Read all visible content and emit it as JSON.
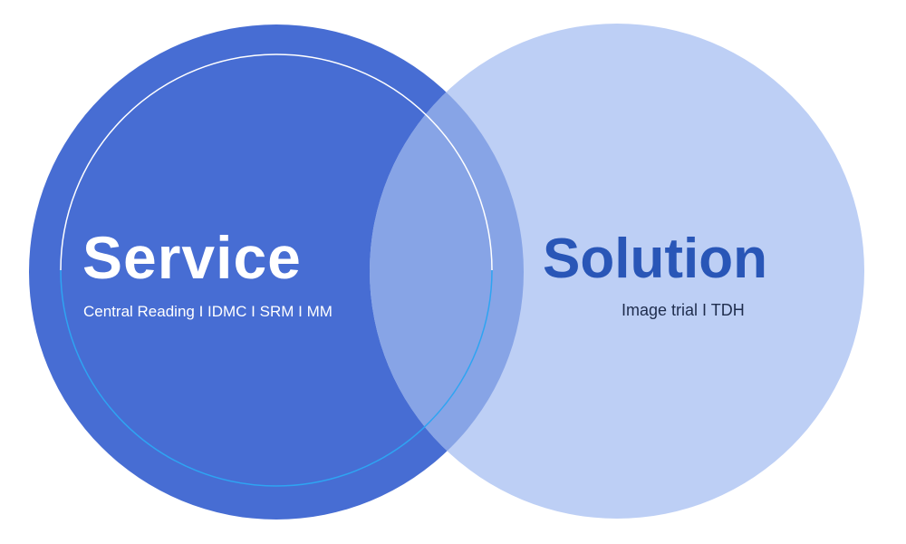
{
  "diagram": {
    "service": {
      "title": "Service",
      "subtitle": "Central Reading I IDMC I SRM I MM"
    },
    "solution": {
      "title": "Solution",
      "subtitle": "Image trial I TDH"
    }
  },
  "colors": {
    "service_fill": "#476dd3",
    "solution_fill": "#bdcff5",
    "overlap_fill": "#87a4e6",
    "ring_white": "#ffffff",
    "ring_cyan": "#2ea4f2",
    "service_text": "#ffffff",
    "solution_title_text": "#2956b7",
    "solution_sub_text": "#1f2d4d"
  }
}
